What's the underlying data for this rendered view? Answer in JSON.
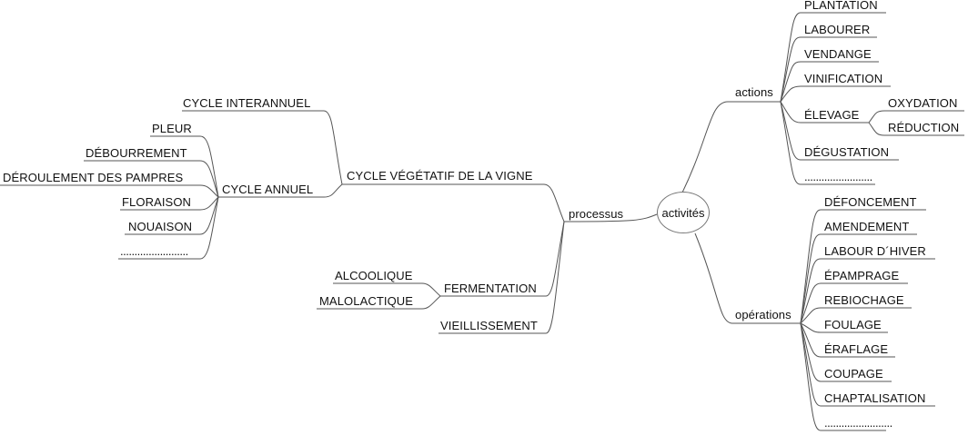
{
  "root": "activités",
  "nodes": {
    "actions": "actions",
    "plantation": "PLANTATION",
    "labourer": "LABOURER",
    "vendange": "VENDANGE",
    "vinification": "VINIFICATION",
    "elevage": "ÉLEVAGE",
    "oxydation": "OXYDATION",
    "reduction": "RÉDUCTION",
    "degustation": "DÉGUSTATION",
    "actions_more": "........................",
    "operations": "opérations",
    "defoncement": "DÉFONCEMENT",
    "amendement": "AMENDEMENT",
    "labour_hiver": "LABOUR D´HIVER",
    "epamprage": "ÉPAMPRAGE",
    "rebiochage": "REBIOCHAGE",
    "foulage": "FOULAGE",
    "eraflage": "ÉRAFLAGE",
    "coupage": "COUPAGE",
    "chaptalisation": "CHAPTALISATION",
    "operations_more": "........................",
    "processus": "processus",
    "cycle_vegetatif": "CYCLE VÉGÉTATIF DE LA VIGNE",
    "cycle_interannuel": "CYCLE INTERANNUEL",
    "cycle_annuel": "CYCLE ANNUEL",
    "pleur": "PLEUR",
    "debourrement": "DÉBOURREMENT",
    "deroulement": "DÉROULEMENT DES PAMPRES",
    "floraison": "FLORAISON",
    "nouaison": "NOUAISON",
    "cycle_more": "........................",
    "fermentation": "FERMENTATION",
    "alcoolique": "ALCOOLIQUE",
    "malolactique": "MALOLACTIQUE",
    "vieillissement": "VIEILLISSEMENT"
  }
}
